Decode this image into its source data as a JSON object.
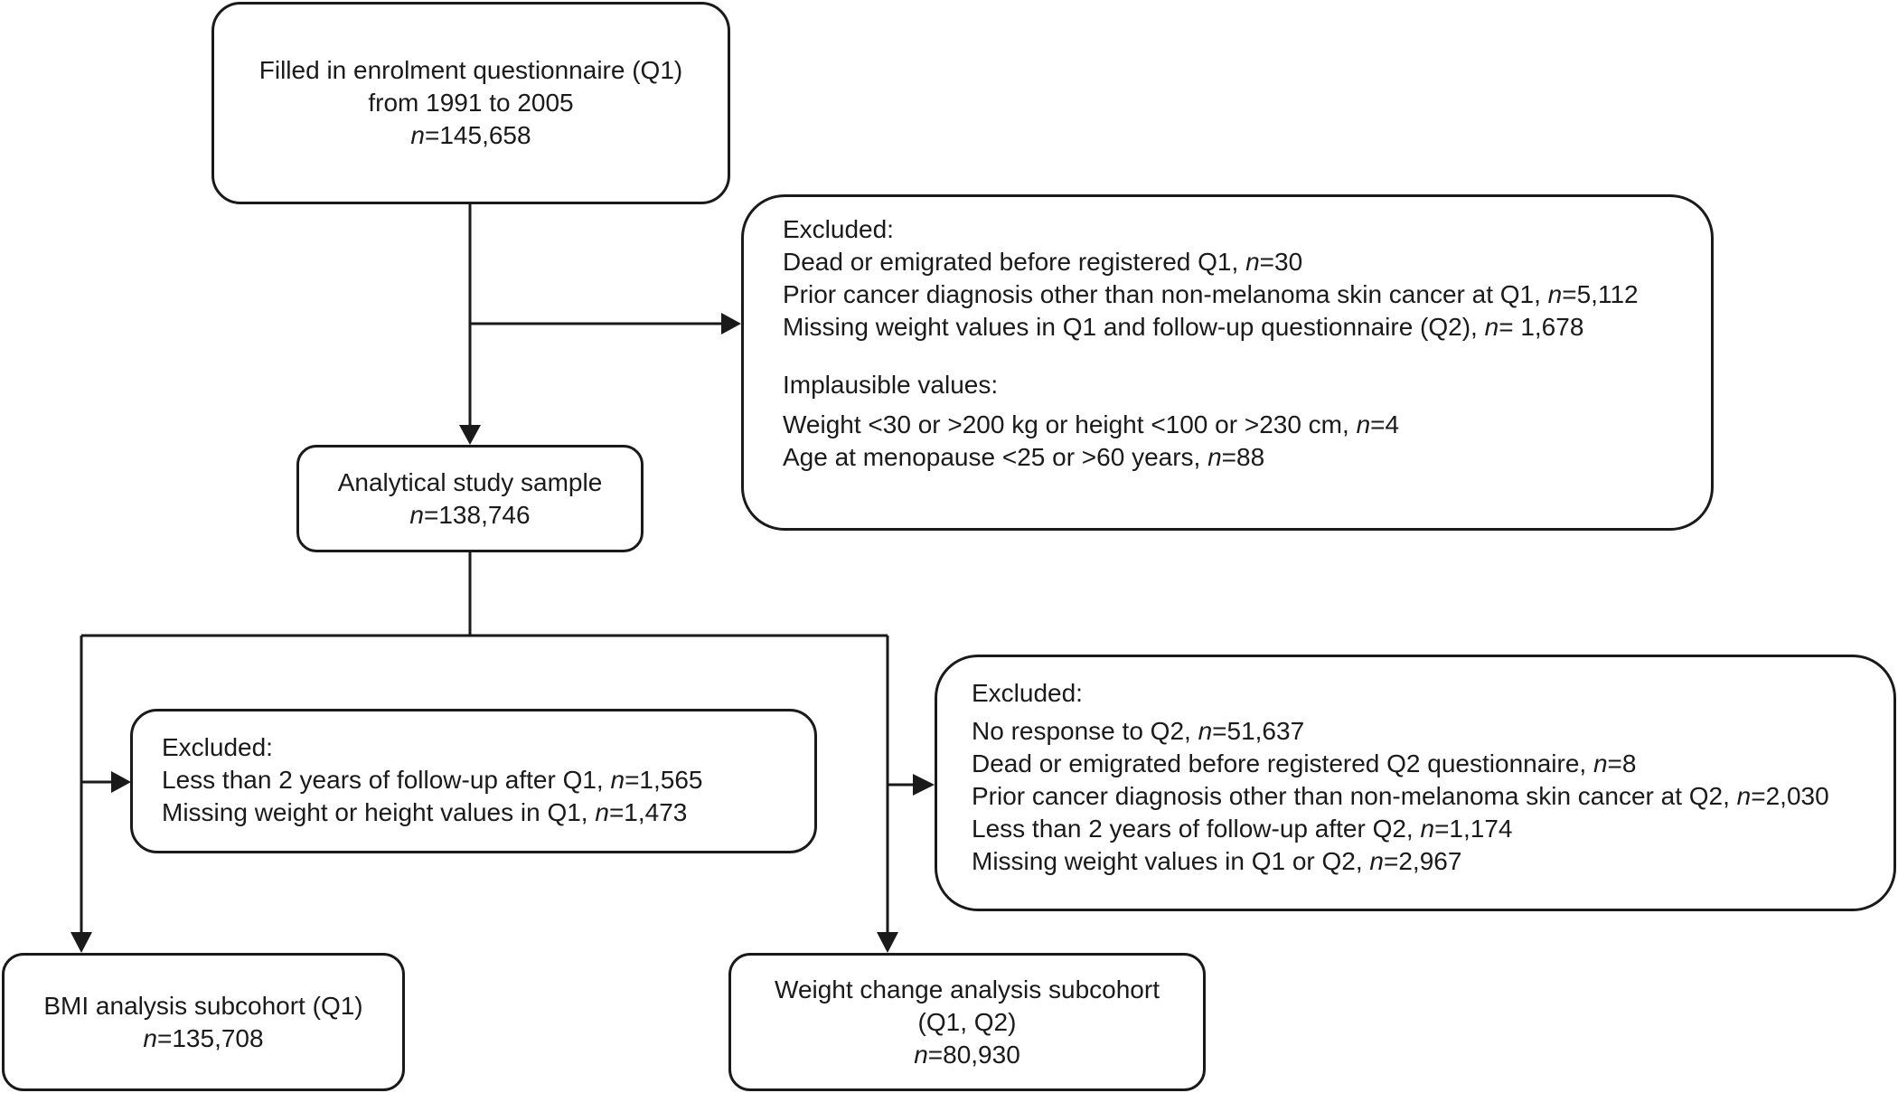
{
  "enrolment": {
    "line1": "Filled in enrolment questionnaire (Q1)",
    "line2": "from 1991 to 2005",
    "n_label": "n",
    "n_value": "=145,658"
  },
  "exclusion1": {
    "title": "Excluded:",
    "items": [
      {
        "text": "Dead or emigrated before registered Q1, ",
        "n_label": "n",
        "n_value": "=30"
      },
      {
        "text": "Prior cancer diagnosis other than non-melanoma skin cancer at Q1, ",
        "n_label": "n",
        "n_value": "=5,112"
      },
      {
        "text": "Missing weight values in Q1 and follow-up questionnaire (Q2), ",
        "n_label": "n",
        "n_value": "= 1,678"
      }
    ],
    "implausible_title": "Implausible values:",
    "implausible_items": [
      {
        "text": "Weight <30 or >200 kg or height <100 or >230 cm, ",
        "n_label": "n",
        "n_value": "=4"
      },
      {
        "text": "Age at menopause <25 or >60 years, ",
        "n_label": "n",
        "n_value": "=88"
      }
    ]
  },
  "analytical": {
    "line1": "Analytical study sample",
    "n_label": "n",
    "n_value": "=138,746"
  },
  "exclusion2": {
    "title": "Excluded:",
    "items": [
      {
        "text": "Less than 2 years of follow-up after Q1, ",
        "n_label": "n",
        "n_value": "=1,565"
      },
      {
        "text": "Missing weight or height values in Q1, ",
        "n_label": "n",
        "n_value": "=1,473"
      }
    ]
  },
  "exclusion3": {
    "title": "Excluded:",
    "items": [
      {
        "text": "No response to Q2, ",
        "n_label": "n",
        "n_value": "=51,637"
      },
      {
        "text": "Dead or emigrated before registered Q2 questionnaire, ",
        "n_label": "n",
        "n_value": "=8"
      },
      {
        "text": "Prior cancer diagnosis other than non-melanoma skin cancer at Q2, ",
        "n_label": "n",
        "n_value": "=2,030"
      },
      {
        "text": "Less than 2 years of follow-up after Q2, ",
        "n_label": "n",
        "n_value": "=1,174"
      },
      {
        "text": "Missing weight values in Q1 or Q2, ",
        "n_label": "n",
        "n_value": "=2,967"
      }
    ]
  },
  "bmi_subcohort": {
    "line1": "BMI analysis subcohort (Q1)",
    "n_label": "n",
    "n_value": "=135,708"
  },
  "weight_subcohort": {
    "line1": "Weight change analysis subcohort",
    "line2": "(Q1, Q2)",
    "n_label": "n",
    "n_value": "=80,930"
  },
  "colors": {
    "stroke": "#1a1a1a",
    "background": "#ffffff"
  }
}
